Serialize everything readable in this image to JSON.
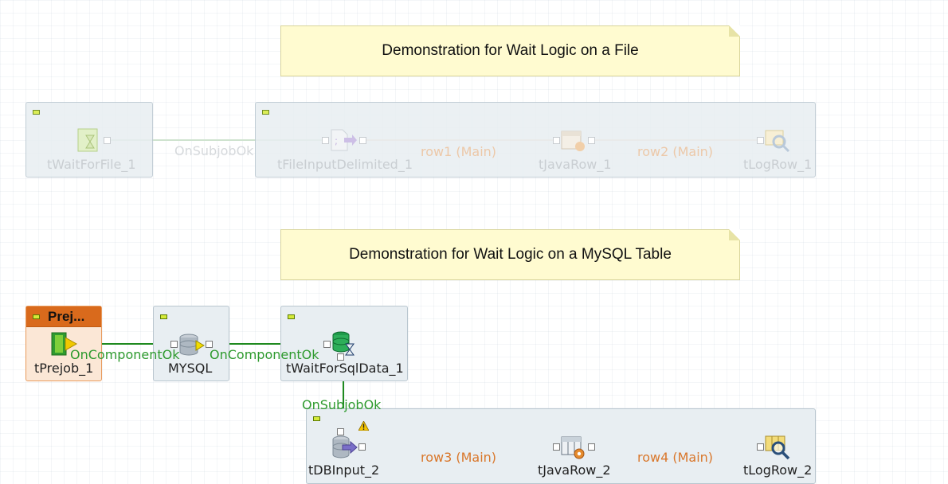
{
  "notes": [
    {
      "text": "Demonstration for Wait Logic on a File"
    },
    {
      "text": "Demonstration for Wait Logic on a MySQL Table"
    }
  ],
  "prejob": {
    "title": "Prej..."
  },
  "components": {
    "twaitforfile": "tWaitForFile_1",
    "tfileinput": "tFileInputDelimited_1",
    "tjavarow1": "tJavaRow_1",
    "tlogrow1": "tLogRow_1",
    "tprejob": "tPrejob_1",
    "mysql": "MYSQL",
    "twaitforsql": "tWaitForSqlData_1",
    "tdbinput": "tDBInput_2",
    "tjavarow2": "tJavaRow_2",
    "tlogrow2": "tLogRow_2"
  },
  "connections": {
    "onsubjobok_1": "OnSubjobOk",
    "row1": "row1 (Main)",
    "row2": "row2 (Main)",
    "oncomponentok_1": "OnComponentOk",
    "oncomponentok_2": "OnComponentOk",
    "onsubjobok_2": "OnSubjobOk",
    "row3": "row3 (Main)",
    "row4": "row4 (Main)"
  },
  "colors": {
    "trigger_green": "#2e9a2e",
    "main_orange": "#d9772b",
    "prejob_header": "#d96a1c",
    "note_yellow": "#fffbd0"
  },
  "icons": [
    "wait-for-file-icon",
    "file-input-icon",
    "java-row-icon",
    "log-row-icon",
    "prejob-icon",
    "mysql-db-icon",
    "wait-for-sql-icon",
    "db-input-icon",
    "warning-icon"
  ]
}
